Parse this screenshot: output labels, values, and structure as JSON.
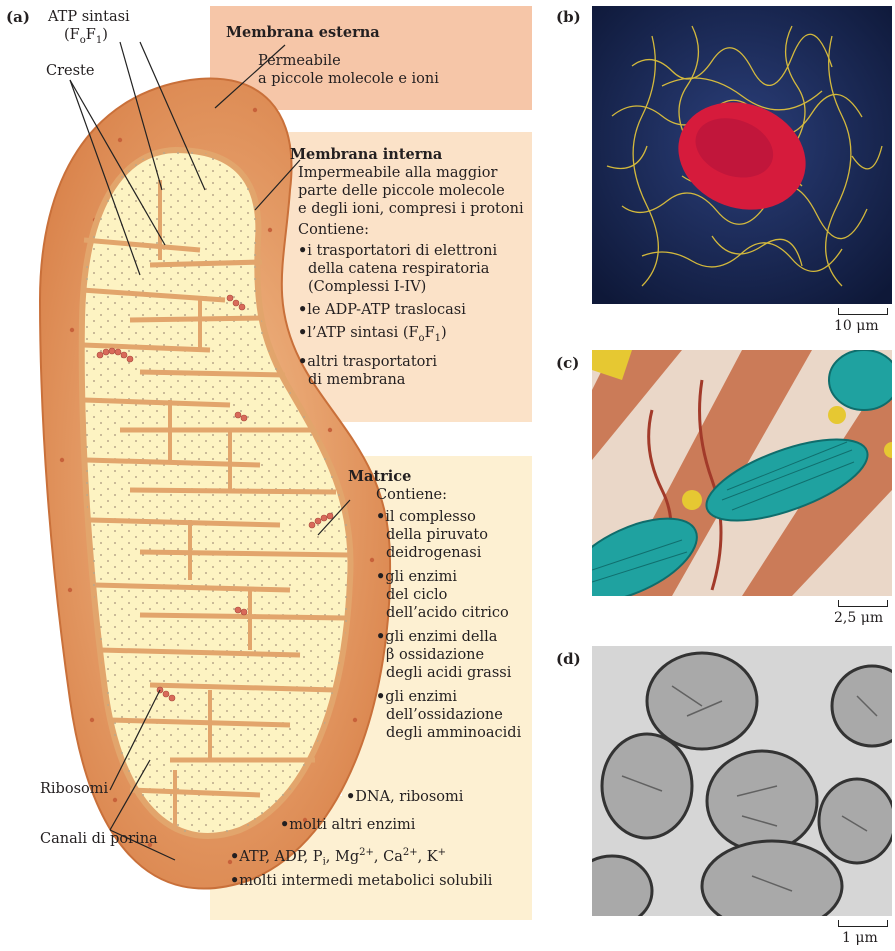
{
  "panel_a": {
    "label": "(a)",
    "callouts": {
      "atp_synthase_line1": "ATP sintasi",
      "atp_synthase_line2": "(F",
      "atp_synthase_o": "o",
      "atp_synthase_F": "F",
      "atp_synthase_1": "1",
      "atp_synthase_close": ")",
      "cristae": "Creste",
      "ribosomes": "Ribosomi",
      "porin": "Canali di porina"
    },
    "outer_membrane": {
      "title": "Membrana esterna",
      "lines": [
        "Permeabile",
        "a piccole molecole e ioni"
      ]
    },
    "inner_membrane": {
      "title": "Membrana interna",
      "lines": [
        "Impermeabile alla maggior",
        "parte delle piccole molecole",
        "e degli ioni, compresi i protoni"
      ],
      "contains": "Contiene:",
      "b1": [
        "i trasportatori di elettroni",
        "della catena respiratoria",
        "(Complessi I-IV)"
      ],
      "b2": "le ADP-ATP traslocasi",
      "b3_pre": "l’ATP sintasi (F",
      "b3_o": "o",
      "b3_F": "F",
      "b3_1": "1",
      "b3_close": ")",
      "b4": [
        "altri trasportatori",
        "di membrana"
      ]
    },
    "matrix": {
      "title": "Matrice",
      "contains": "Contiene:",
      "b1": [
        "il complesso",
        "della piruvato",
        "deidrogenasi"
      ],
      "b2": [
        "gli enzimi",
        "del ciclo",
        "dell’acido citrico"
      ],
      "b3": [
        "gli enzimi della",
        "β ossidazione",
        "degli acidi grassi"
      ],
      "b4": [
        "gli enzimi",
        "dell’ossidazione",
        "degli amminoacidi"
      ],
      "b5": "DNA, ribosomi",
      "b6": "molti altri enzimi",
      "b7_parts": [
        "ATP, ADP, P",
        "i",
        ", Mg",
        "2+",
        ", Ca",
        "2+",
        ", K",
        "+"
      ],
      "b8": "molti intermedi metabolici solubili"
    }
  },
  "panel_b": {
    "label": "(b)",
    "scale": "10 μm"
  },
  "panel_c": {
    "label": "(c)",
    "scale": "2,5 μm"
  },
  "panel_d": {
    "label": "(d)",
    "scale": "1 μm"
  },
  "colors": {
    "outer_box": "#f6c6a8",
    "inner_box": "#fbe2c8",
    "matrix_box": "#fdf0d2",
    "membrane": "#e8a06a",
    "matrix_fill": "#fdf3c2"
  }
}
